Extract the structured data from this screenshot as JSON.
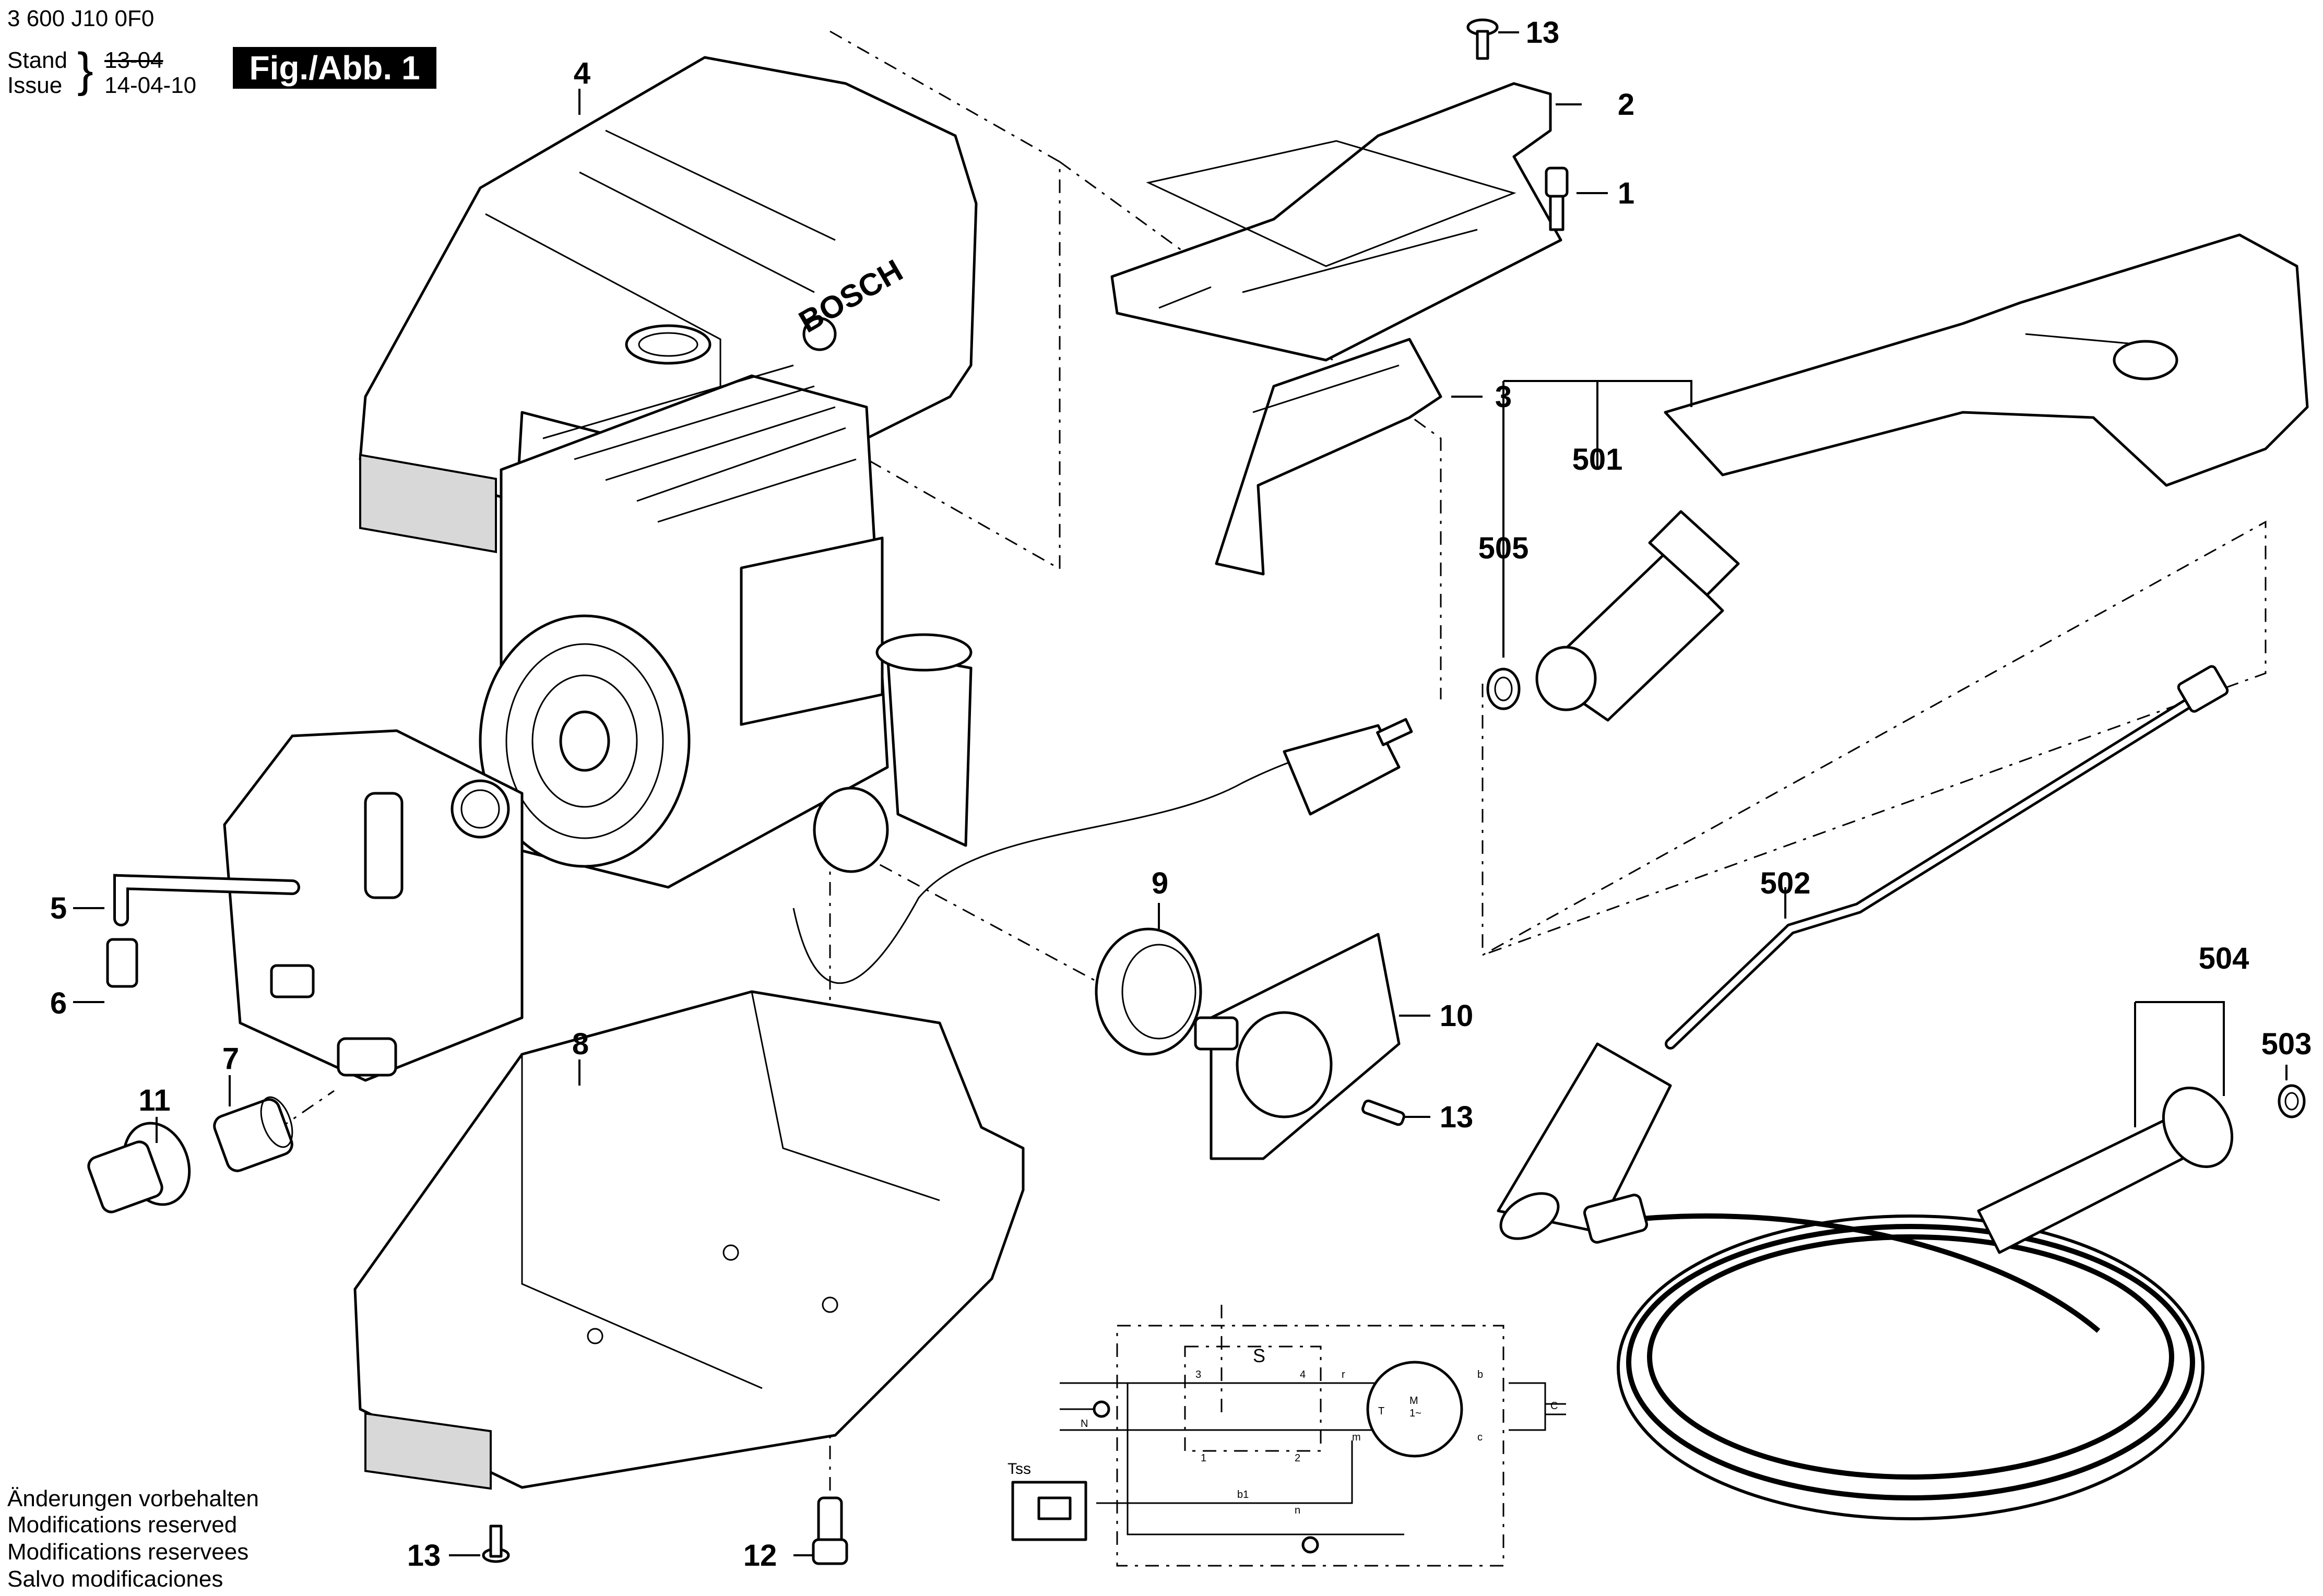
{
  "header": {
    "doc_number": "3 600 J10 0F0",
    "stand_label": "Stand",
    "issue_label": "Issue",
    "stand_value": "13-04",
    "issue_value": "14-04-10",
    "figure_label": "Fig./Abb. 1"
  },
  "brand_text": "BOSCH",
  "parts": [
    {
      "id": "4",
      "label": "4"
    },
    {
      "id": "13a",
      "label": "13"
    },
    {
      "id": "2",
      "label": "2"
    },
    {
      "id": "1",
      "label": "1"
    },
    {
      "id": "3",
      "label": "3"
    },
    {
      "id": "501",
      "label": "501"
    },
    {
      "id": "505",
      "label": "505"
    },
    {
      "id": "5",
      "label": "5"
    },
    {
      "id": "6",
      "label": "6"
    },
    {
      "id": "502",
      "label": "502"
    },
    {
      "id": "9",
      "label": "9"
    },
    {
      "id": "10",
      "label": "10"
    },
    {
      "id": "13b",
      "label": "13"
    },
    {
      "id": "7",
      "label": "7"
    },
    {
      "id": "8",
      "label": "8"
    },
    {
      "id": "11",
      "label": "11"
    },
    {
      "id": "504",
      "label": "504"
    },
    {
      "id": "503",
      "label": "503"
    },
    {
      "id": "13c",
      "label": "13"
    },
    {
      "id": "12",
      "label": "12"
    }
  ],
  "schematic": {
    "switch": "S",
    "thermal_switch": "Tss",
    "terminal_1": "1",
    "terminal_2": "2",
    "terminal_3": "3",
    "terminal_4": "4",
    "neutral": "N",
    "wire_b": "b",
    "wire_c": "c",
    "wire_r": "r",
    "wire_m": "m",
    "wire_b1": "b1",
    "wire_n": "n",
    "motor": "M",
    "motor_phase": "1~",
    "capacitor": "C",
    "thermal": "T"
  },
  "footer": {
    "line1": "Änderungen vorbehalten",
    "line2": "Modifications reserved",
    "line3": "Modifications reservees",
    "line4": "Salvo modificaciones"
  }
}
